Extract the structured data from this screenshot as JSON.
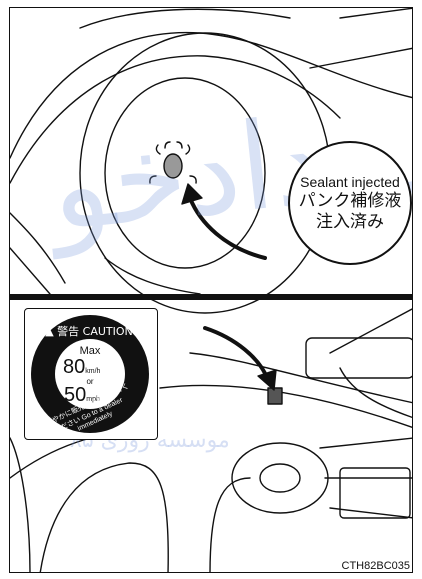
{
  "sealant_badge": {
    "line_en": "Sealant injected",
    "line_jp1": "パンク補修液",
    "line_jp2": "注入済み"
  },
  "caution_label": {
    "title": "▲ 警告 CAUTION",
    "max": "Max",
    "speed_kmh": "80",
    "unit_kmh": "km/h",
    "or": "or",
    "speed_mph": "50",
    "unit_mph": "mph",
    "ring_text": "速やかに販売店へ移動してください Go to a dealer immediately"
  },
  "watermark": {
    "large": "ایمدادخو",
    "small": "۸۵ موسسه روزی"
  },
  "figure_code": "CTH82BC035"
}
